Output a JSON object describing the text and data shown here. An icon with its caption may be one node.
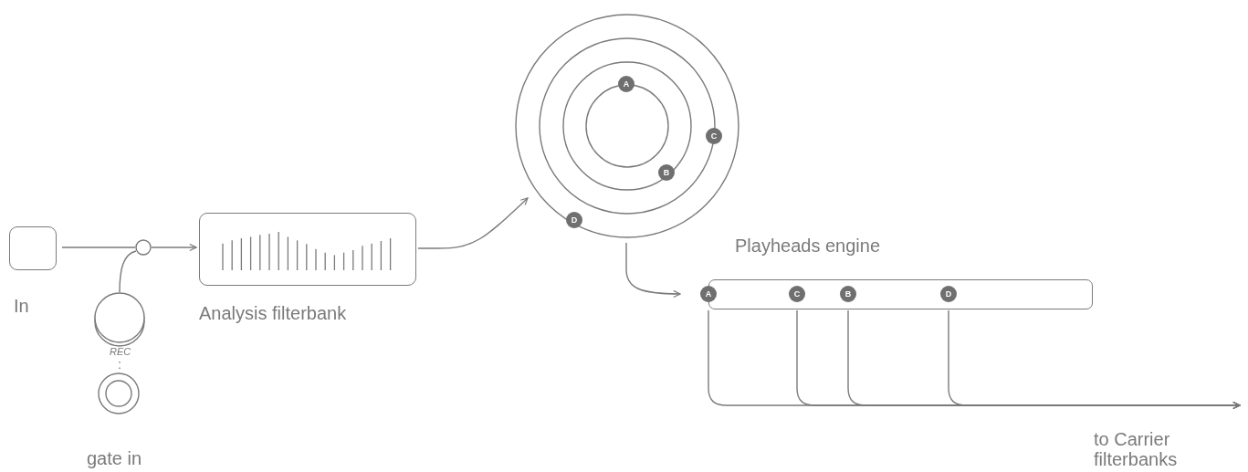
{
  "diagram": {
    "nodes": [
      {
        "text": [
          "In"
        ]
      },
      {
        "text": [],
        "shape": "circle"
      },
      {
        "text": [
          "REC"
        ]
      },
      {
        "text": [
          "gate in"
        ]
      },
      {
        "text": [
          "Analysis filterbank"
        ]
      },
      {
        "text": [],
        "shape": "circle"
      },
      {
        "text": [
          "A"
        ],
        "in": 5
      },
      {
        "text": [
          "C"
        ],
        "in": 5
      },
      {
        "text": [
          "B"
        ],
        "in": 5
      },
      {
        "text": [
          "D"
        ],
        "in": 5
      },
      {
        "text": [
          "Playheads engine"
        ]
      },
      {
        "text": [
          "A"
        ],
        "in": 10
      },
      {
        "text": [
          "C"
        ],
        "in": 10
      },
      {
        "text": [
          "B"
        ],
        "in": 10
      },
      {
        "text": [
          "D"
        ],
        "in": 10
      }
    ],
    "edges": [
      {
        "from": 0,
        "to": 1,
        "arrow": "none"
      },
      {
        "from": 1,
        "to": 4,
        "arrow": "to"
      },
      {
        "from": 2,
        "to": 1,
        "arrow": "none"
      },
      {
        "from": 2,
        "to": 3,
        "arrow": "none",
        "style": "dashed"
      },
      {
        "from": 4,
        "to": 5,
        "arrow": "to"
      },
      {
        "from": 5,
        "to": 10,
        "arrow": "to"
      },
      {
        "from": 11,
        "to": null,
        "arrow": "to"
      },
      {
        "from": 12,
        "to": null,
        "arrow": "to"
      },
      {
        "from": 13,
        "to": null,
        "arrow": "to"
      },
      {
        "from": 14,
        "to": null,
        "arrow": "to"
      }
    ],
    "labels": [
      "to Carrier filterbanks"
    ]
  }
}
